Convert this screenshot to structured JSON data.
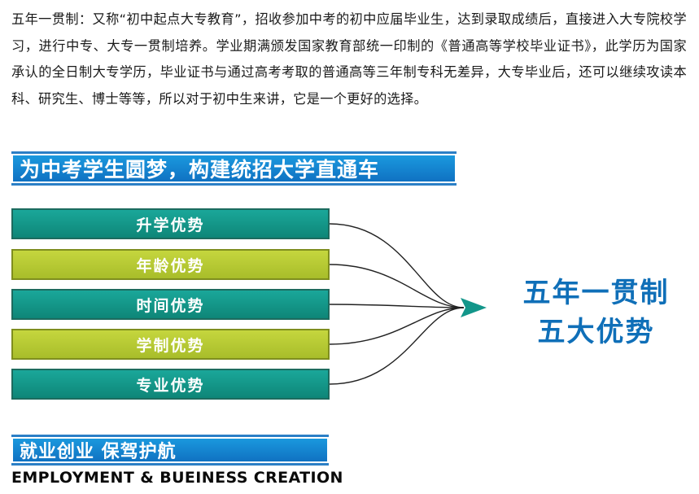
{
  "intro": {
    "text": "五年一贯制：又称“初中起点大专教育”，招收参加中考的初中应届毕业生，达到录取成绩后，直接进入大专院校学习，进行中专、大专一贯制培养。学业期满颁发国家教育部统一印制的《普通高等学校毕业证书》，此学历为国家承认的全日制大专学历，毕业证书与通过高考考取的普通高等三年制专科无差异，大专毕业后，还可以继续攻读本科、研究生、博士等等，所以对于初中生来讲，它是一个更好的选择。"
  },
  "banner_top": {
    "label": "为中考学生圆梦，构建统招大学直通车"
  },
  "advantages": [
    {
      "label": "升学优势",
      "style": "teal"
    },
    {
      "label": "年龄优势",
      "style": "lime"
    },
    {
      "label": "时间优势",
      "style": "teal"
    },
    {
      "label": "学制优势",
      "style": "lime"
    },
    {
      "label": "专业优势",
      "style": "teal"
    }
  ],
  "headline": {
    "line1": "五年一贯制",
    "line2": "五大优势"
  },
  "banner_bottom": {
    "label": "就业创业 保驾护航"
  },
  "footer": {
    "english": "EMPLOYMENT & BUEINESS CREATION"
  },
  "colors": {
    "banner_blue": "#1b9be0",
    "teal": "#12968a",
    "lime": "#b8cb33",
    "headline_blue": "#0f6fb8",
    "arrow": "#12968a"
  }
}
